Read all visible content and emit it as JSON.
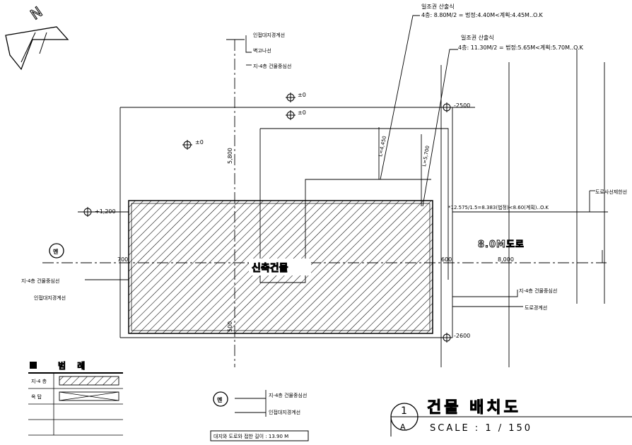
{
  "north_label": "N",
  "calc_1": {
    "title": "일조권 산출식",
    "formula": "4층: 8.80M/2 = 법정:4.40M<계획:4.45M..O.K"
  },
  "calc_2": {
    "title": "일조권 산출식",
    "formula": "4층: 11.30M/2 = 법정:5.65M<계획:5.70M..O.K"
  },
  "labels": {
    "adjacent_boundary_top": "인접대지경계선",
    "parapet_line": "벽고나선",
    "center_line_top": "지-4층 건물중심선",
    "level_0_a": "±0",
    "level_0_b": "±0",
    "level_0_c": "±0",
    "level_p1200": "+1,200",
    "level_m2500": "-2500",
    "level_m2600": "-2600",
    "dim_5800": "5,800",
    "dim_l4450": "L=4,450",
    "dim_l5700": "L=5,700",
    "dim_700": "700",
    "dim_600": "600",
    "dim_8000": "8,000",
    "dim_500": "500",
    "setback_formula": "*12.575/1.5=8.383(법정)<8.60(계획)..O.K",
    "road_setback_line": "도로사선제한선",
    "road_name": "8.0M도로",
    "new_building": "신축건물",
    "center_line_left": "지-4층 건물중심선",
    "adjacent_boundary_left": "인접대지경계선",
    "center_line_right": "지-4층 건물중심선",
    "road_boundary": "도로경계선",
    "center_line_bottom": "지-4층 건물중심선",
    "adjacent_boundary_bottom": "인접대지경계선",
    "road_contact": "대지와 도로와 접한 길이 : 13.90 M",
    "entrance_left": "멘",
    "entrance_bottom": "멘"
  },
  "legend": {
    "title": "범 례",
    "rows": [
      {
        "label": "지-4 층"
      },
      {
        "label": "옥 탑"
      },
      {
        "label": ""
      },
      {
        "label": ""
      }
    ]
  },
  "title_block": {
    "number": "1",
    "sheet": "A",
    "title": "건물 배치도",
    "scale": "SCALE : 1 / 150"
  }
}
